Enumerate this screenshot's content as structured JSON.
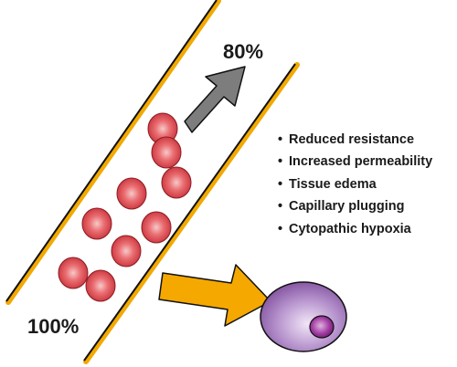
{
  "labels": {
    "top_percent": "80%",
    "bottom_percent": "100%"
  },
  "effects": [
    "Reduced resistance",
    "Increased permeability",
    "Tissue edema",
    "Capillary plugging",
    "Cytopathic hypoxia"
  ],
  "colors": {
    "vessel_wall_outer": "#f2a900",
    "vessel_wall_inner": "#111111",
    "cell_fill": "#e8535a",
    "cell_highlight": "#f7c9c9",
    "flow_arrow": "#7d7d7d",
    "target_arrow": "#f5a800",
    "tissue_cell": "#9b6bb5",
    "nucleus": "#8e2c8e"
  }
}
